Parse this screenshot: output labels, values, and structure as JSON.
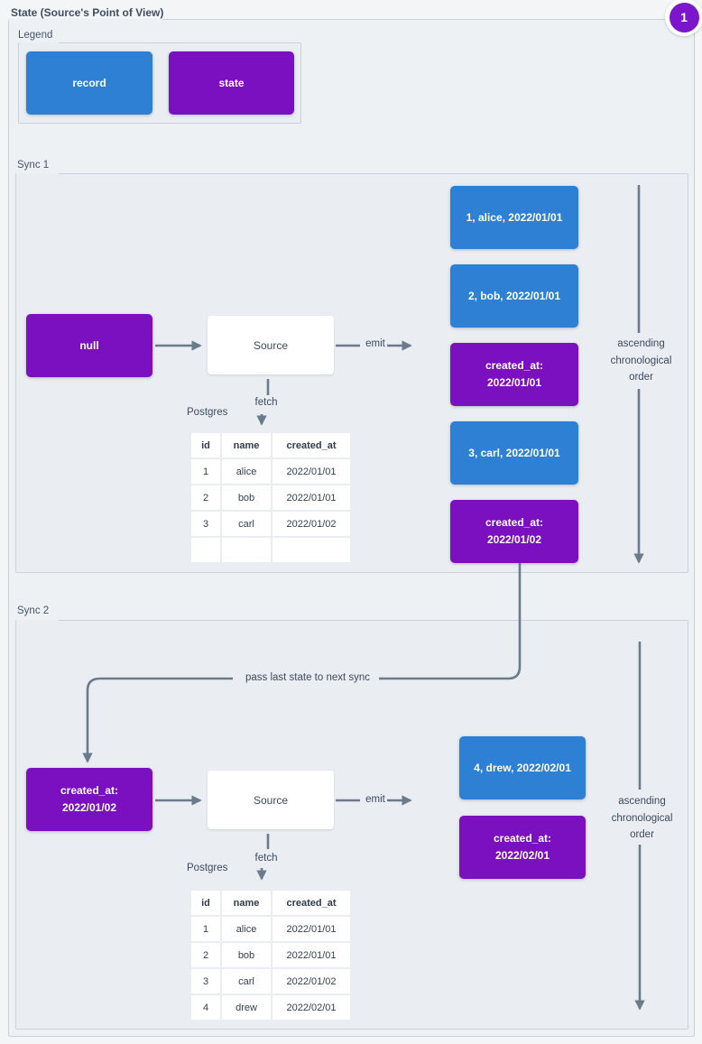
{
  "title": "State (Source's Point of View)",
  "badge": {
    "label": "1"
  },
  "colors": {
    "record": "#2d80d3",
    "state": "#7a10bf",
    "badge": "#7c16cd",
    "arrow": "#6b7b8b"
  },
  "legend": {
    "label": "Legend",
    "record_label": "record",
    "state_label": "state"
  },
  "pass_note": "pass last state to next sync",
  "sync1": {
    "label": "Sync 1",
    "input_state": "null",
    "source": "Source",
    "emit": "emit",
    "fetch": "fetch",
    "db": "Postgres",
    "order_note": "ascending chronological order",
    "table": {
      "headers": [
        "id",
        "name",
        "created_at"
      ],
      "rows": [
        [
          "1",
          "alice",
          "2022/01/01"
        ],
        [
          "2",
          "bob",
          "2022/01/01"
        ],
        [
          "3",
          "carl",
          "2022/01/02"
        ],
        [
          "",
          "",
          ""
        ]
      ]
    },
    "emitted": [
      {
        "type": "record",
        "text": "1, alice, 2022/01/01"
      },
      {
        "type": "record",
        "text": "2, bob, 2022/01/01"
      },
      {
        "type": "state",
        "text": "created_at: 2022/01/01"
      },
      {
        "type": "record",
        "text": "3, carl, 2022/01/01"
      },
      {
        "type": "state",
        "text": "created_at: 2022/01/02"
      }
    ]
  },
  "sync2": {
    "label": "Sync 2",
    "input_state": "created_at: 2022/01/02",
    "source": "Source",
    "emit": "emit",
    "fetch": "fetch",
    "db": "Postgres",
    "order_note": "ascending chronological order",
    "table": {
      "headers": [
        "id",
        "name",
        "created_at"
      ],
      "rows": [
        [
          "1",
          "alice",
          "2022/01/01"
        ],
        [
          "2",
          "bob",
          "2022/01/01"
        ],
        [
          "3",
          "carl",
          "2022/01/02"
        ],
        [
          "4",
          "drew",
          "2022/02/01"
        ]
      ]
    },
    "emitted": [
      {
        "type": "record",
        "text": "4, drew, 2022/02/01"
      },
      {
        "type": "state",
        "text": "created_at: 2022/02/01"
      }
    ]
  }
}
